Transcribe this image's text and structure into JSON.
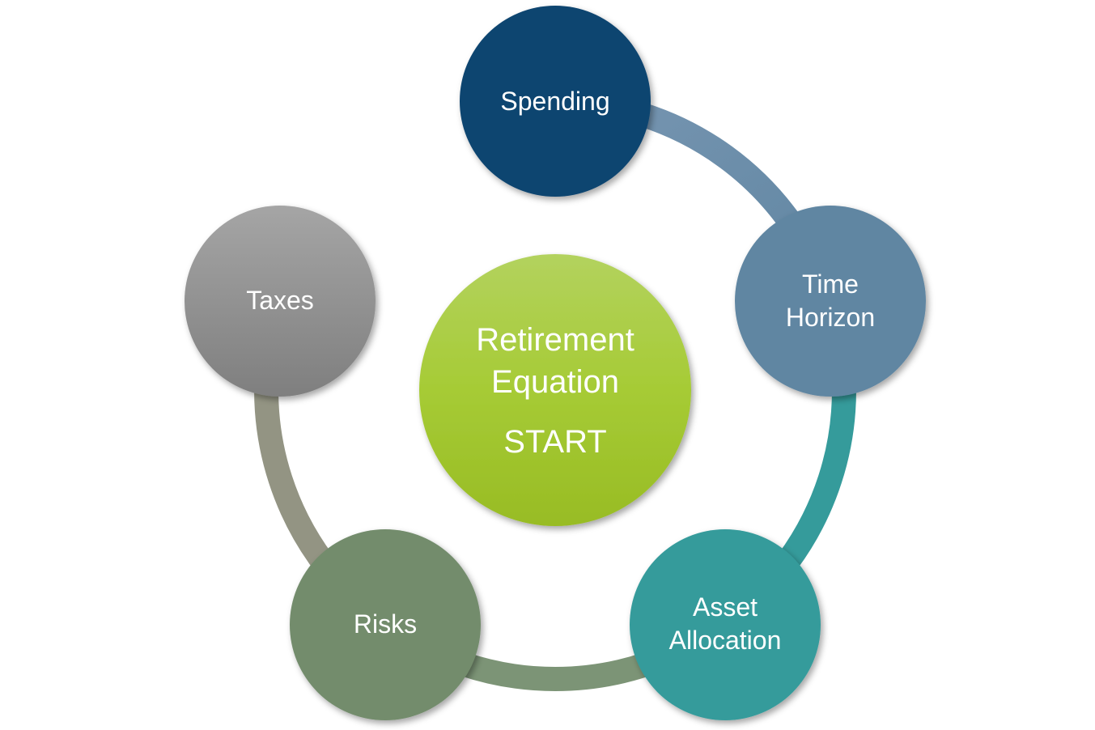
{
  "center": {
    "line1": "Retirement",
    "line2": "Equation",
    "line3": "START"
  },
  "nodes": {
    "spending": {
      "label": "Spending"
    },
    "time_horizon": {
      "line1": "Time",
      "line2": "Horizon"
    },
    "asset_allocation": {
      "line1": "Asset",
      "line2": "Allocation"
    },
    "risks": {
      "label": "Risks"
    },
    "taxes": {
      "label": "Taxes"
    }
  },
  "colors": {
    "spending": "#0f4470",
    "time_horizon": "#6086a2",
    "asset_allocation": "#359b9b",
    "risks": "#738c6c",
    "taxes": "#909090",
    "center": "#a6c832"
  }
}
